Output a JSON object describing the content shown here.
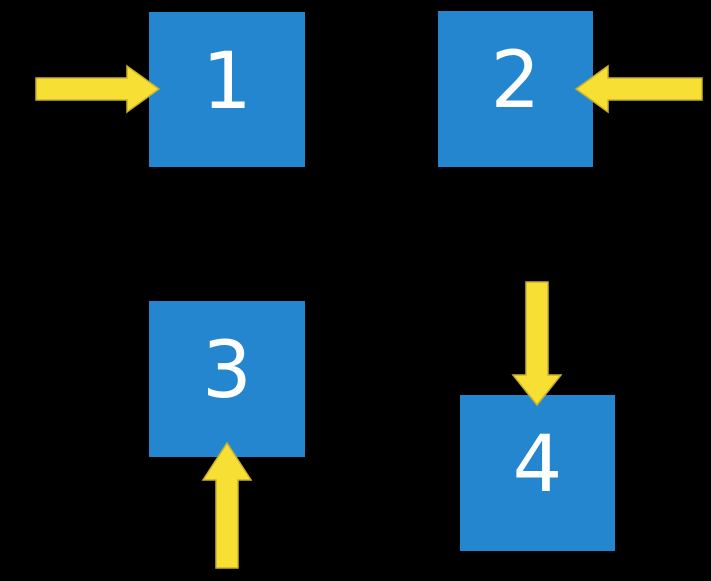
{
  "diagram": {
    "squares": [
      {
        "label": "1",
        "arrow_direction": "right",
        "arrow_side": "left"
      },
      {
        "label": "2",
        "arrow_direction": "left",
        "arrow_side": "right"
      },
      {
        "label": "3",
        "arrow_direction": "up",
        "arrow_side": "bottom"
      },
      {
        "label": "4",
        "arrow_direction": "down",
        "arrow_side": "top"
      }
    ],
    "colors": {
      "background": "#000000",
      "square_fill": "#2486CF",
      "number_text": "#FFFFFF",
      "arrow_fill": "#F7E033",
      "arrow_outline": "#C9B02E"
    }
  }
}
